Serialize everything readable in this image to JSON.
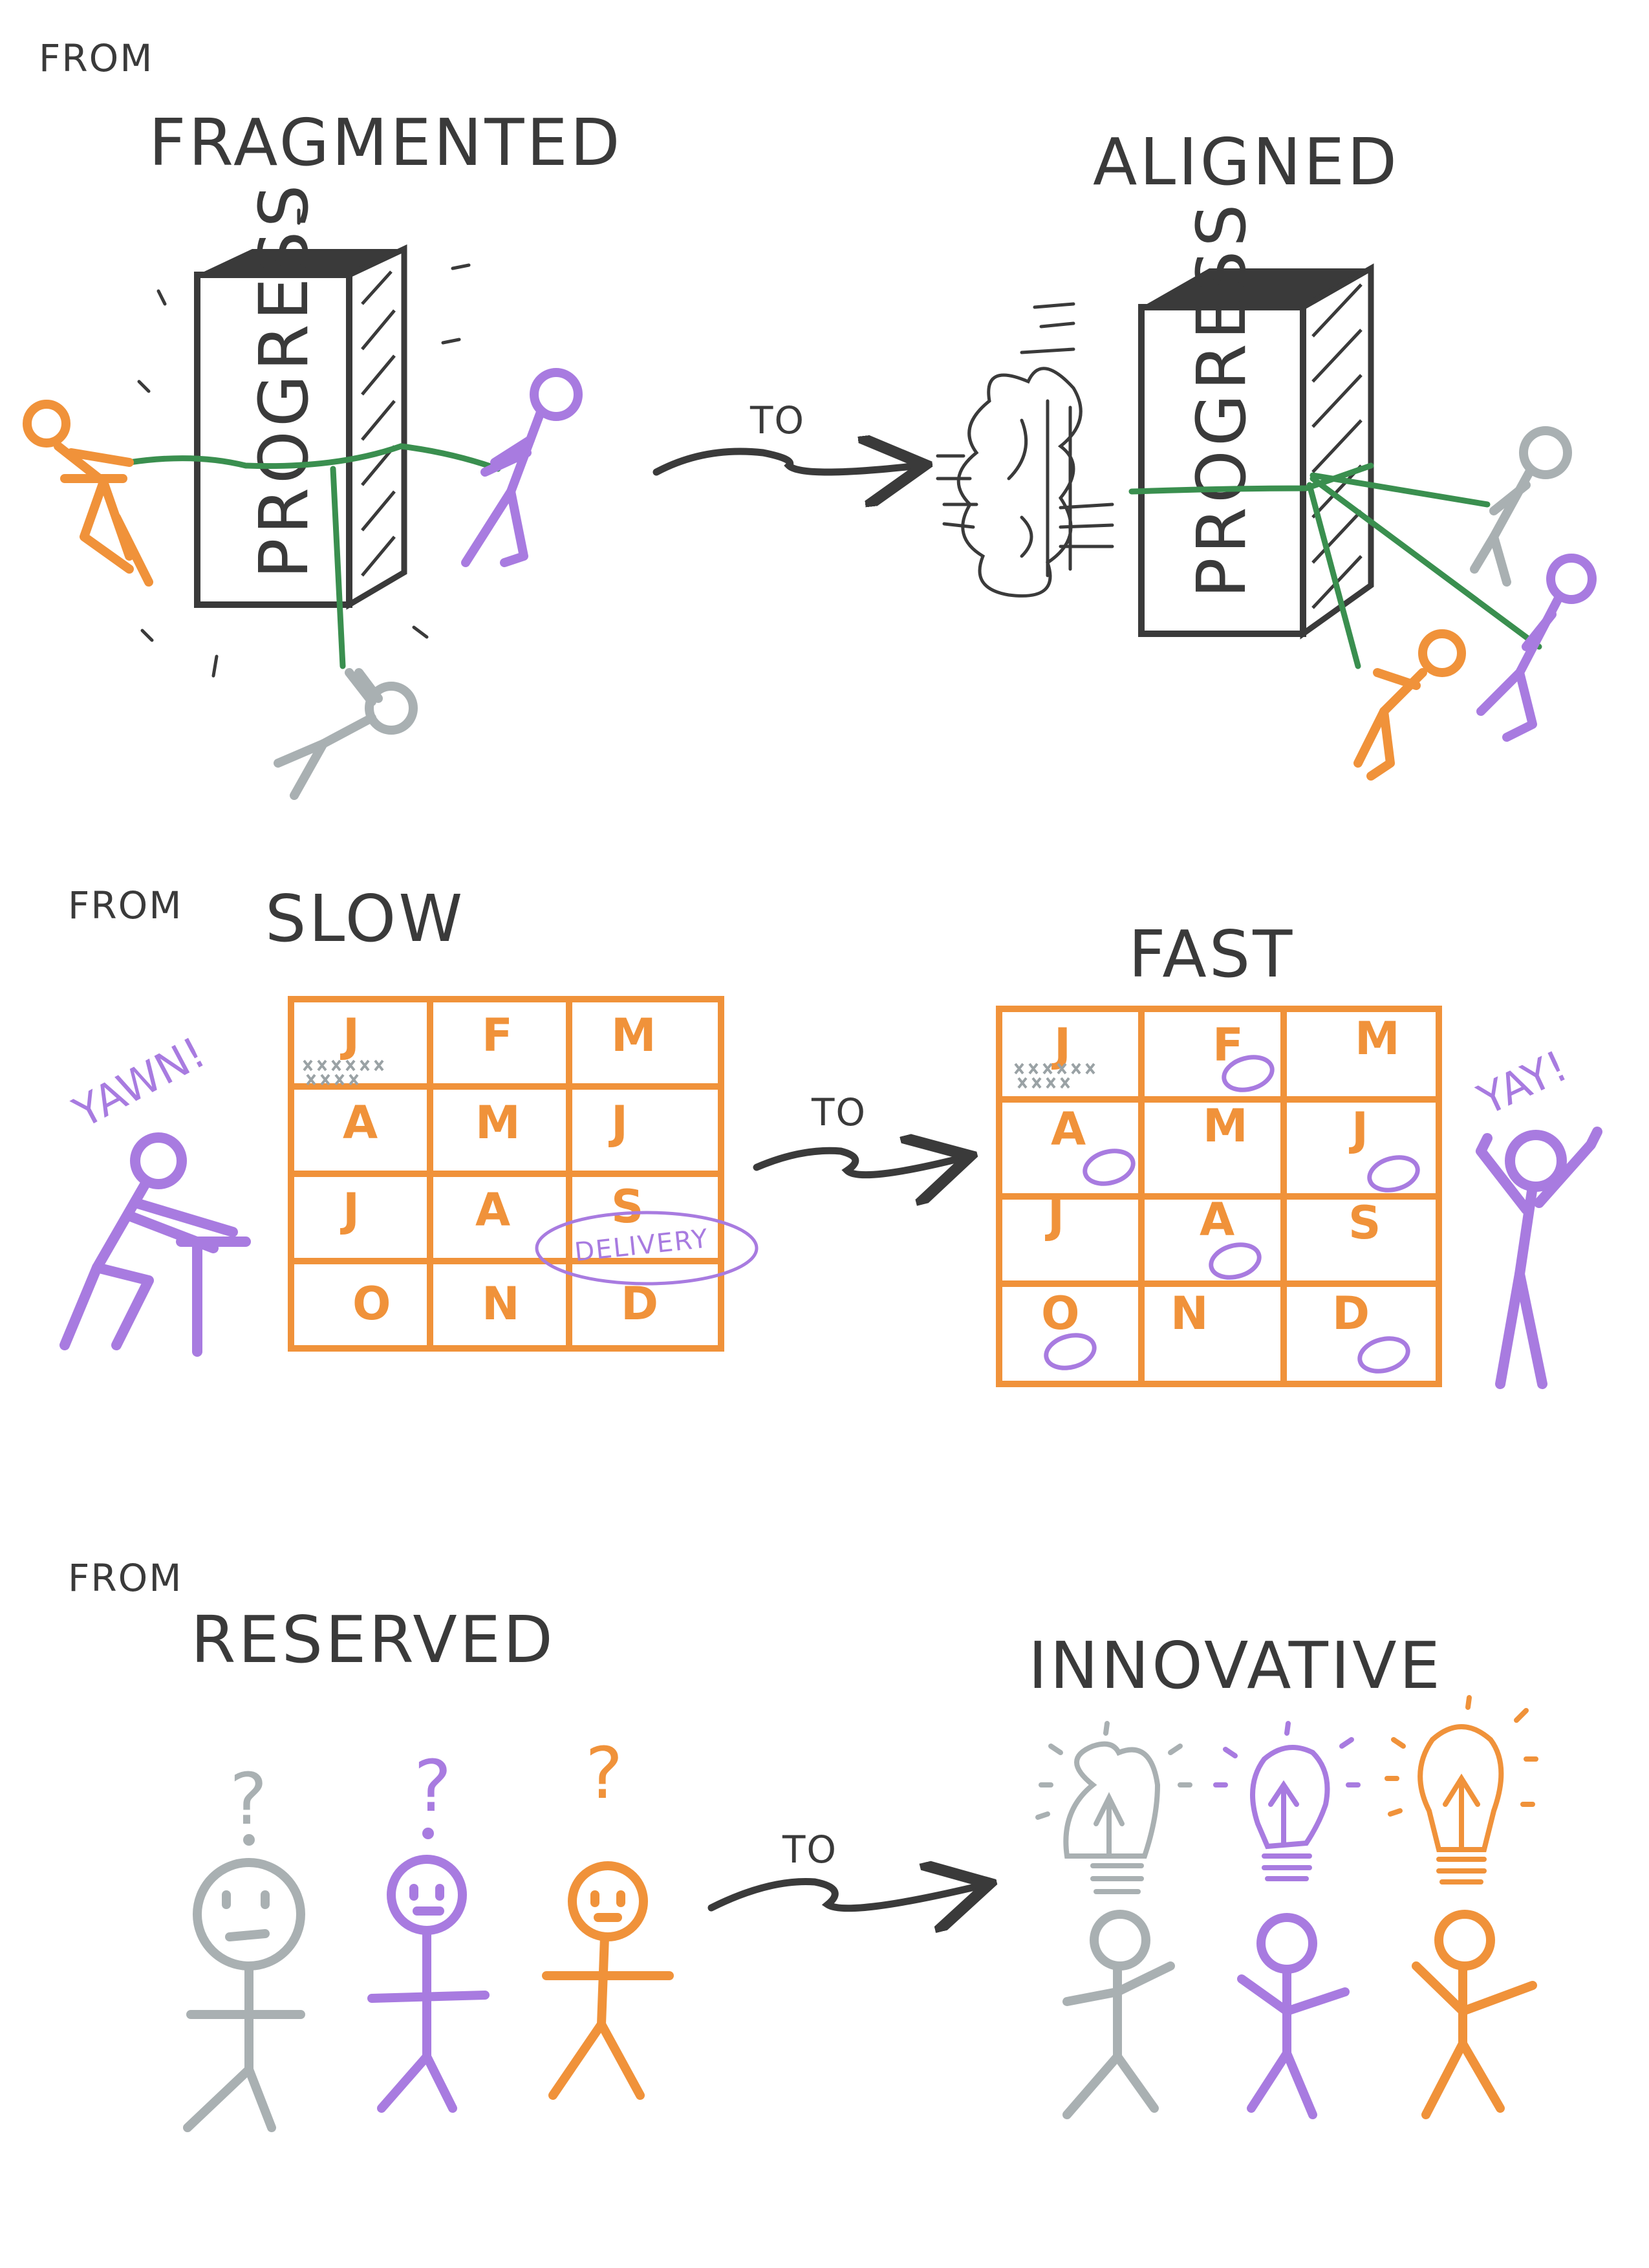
{
  "colors": {
    "ink": "#3a3a3a",
    "orange": "#f0923a",
    "purple": "#a87be0",
    "grey": "#a9b0b2",
    "green": "#3a8f4f"
  },
  "row1": {
    "from_label": "FROM",
    "from_word": "FRAGMENTED",
    "to_label": "TO",
    "to_word": "ALIGNED",
    "block_word": "PROGRESS"
  },
  "row2": {
    "from_label": "FROM",
    "from_word": "SLOW",
    "to_label": "TO",
    "to_word": "FAST",
    "left_exclaim": "YAWN!",
    "right_exclaim": "YAY!",
    "delivery_label": "DELIVERY",
    "months": [
      "J",
      "F",
      "M",
      "A",
      "M",
      "J",
      "J",
      "A",
      "S",
      "O",
      "N",
      "D"
    ]
  },
  "row3": {
    "from_label": "FROM",
    "from_word": "RESERVED",
    "to_label": "TO",
    "to_word": "INNOVATIVE",
    "question_mark": "?"
  }
}
